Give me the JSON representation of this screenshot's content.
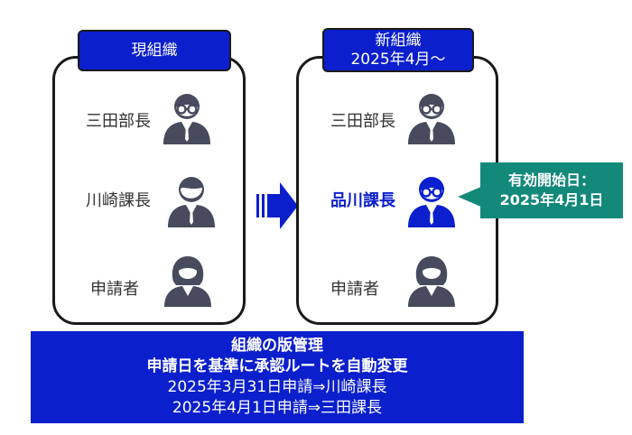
{
  "current_org": {
    "header": "現組織",
    "persons": [
      {
        "label": "三田部長",
        "icon": "manager-glasses-icon"
      },
      {
        "label": "川崎課長",
        "icon": "manager-icon"
      },
      {
        "label": "申請者",
        "icon": "applicant-woman-icon"
      }
    ]
  },
  "new_org": {
    "header_line1": "新組織",
    "header_line2": "2025年4月～",
    "persons": [
      {
        "label": "三田部長",
        "icon": "manager-glasses-icon"
      },
      {
        "label": "品川課長",
        "icon": "manager-glasses-icon",
        "highlight": true
      },
      {
        "label": "申請者",
        "icon": "applicant-woman-icon"
      }
    ]
  },
  "callout": {
    "line1": "有効開始日：",
    "line2": "2025年4月1日"
  },
  "summary": {
    "line1": "組織の版管理",
    "line2": "申請日を基準に承認ルートを自動変更",
    "line3": "2025年3月31日申請⇒川崎課長",
    "line4": "2025年4月1日申請⇒三田課長"
  },
  "colors": {
    "accent_blue": "#0b1fcc",
    "icon_gray": "#474b5d",
    "callout_green": "#13897a"
  }
}
